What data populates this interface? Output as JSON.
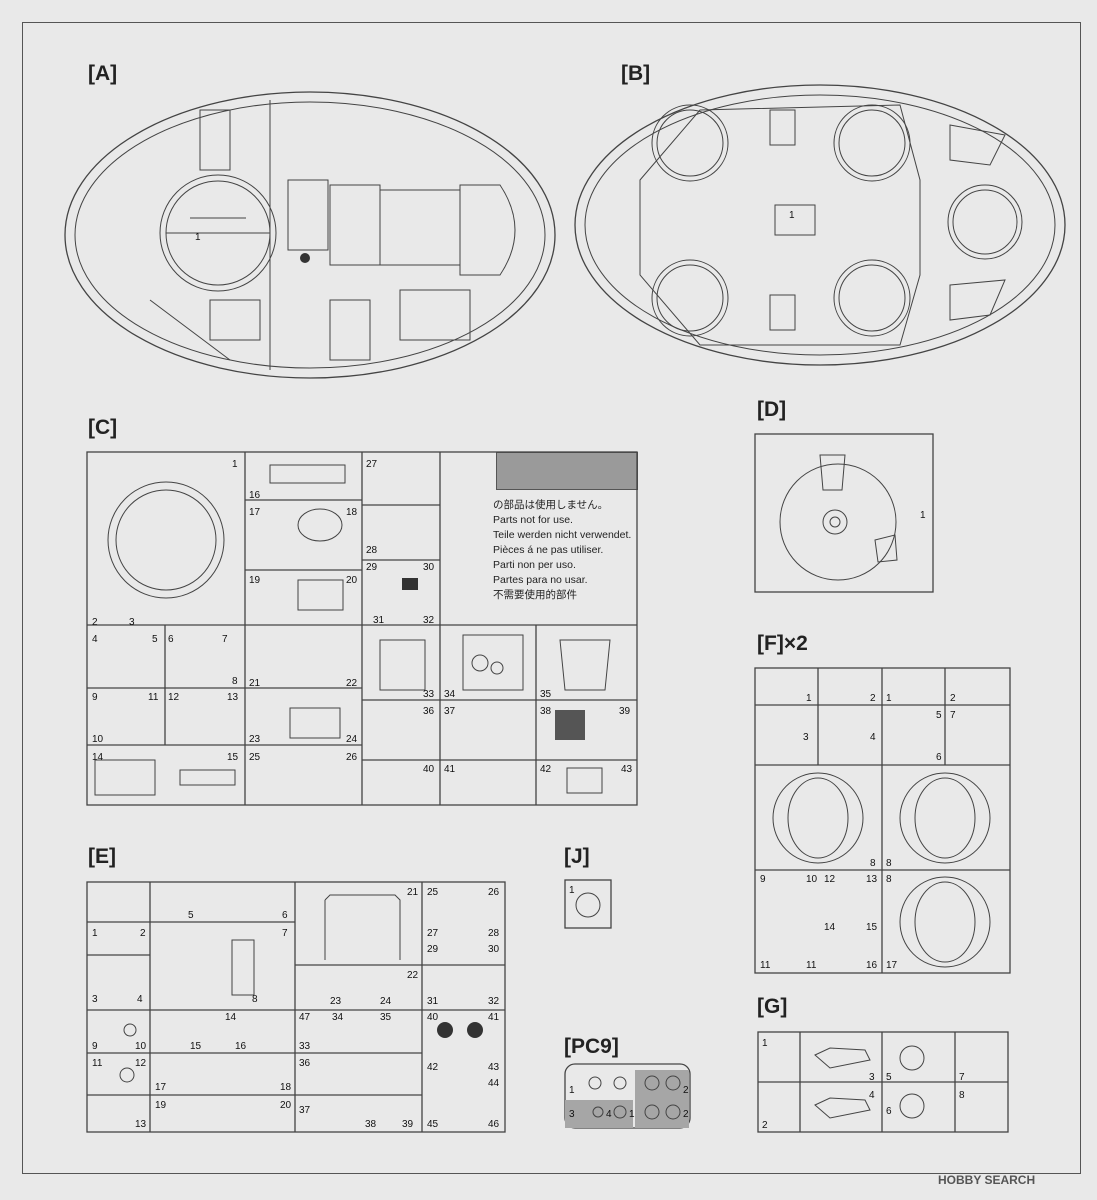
{
  "labels": {
    "a": "[A]",
    "b": "[B]",
    "c": "[C]",
    "d": "[D]",
    "e": "[E]",
    "f": "[F]×2",
    "g": "[G]",
    "j": "[J]",
    "pc9": "[PC9]"
  },
  "legend": {
    "swatch_color": "#9a9a9a",
    "lines": [
      "の部品は使用しません。",
      "Parts not for use.",
      "Teile werden nicht verwendet.",
      "Pièces á ne pas utiliser.",
      "Parti non per uso.",
      "Partes para no usar.",
      "不需要使用的部件"
    ]
  },
  "part_numbers": {
    "a": [
      "1"
    ],
    "b": [
      "1"
    ],
    "c": [
      "1",
      "2",
      "3",
      "4",
      "5",
      "6",
      "7",
      "8",
      "9",
      "10",
      "11",
      "12",
      "13",
      "14",
      "15",
      "16",
      "17",
      "18",
      "19",
      "20",
      "21",
      "22",
      "23",
      "24",
      "25",
      "26",
      "27",
      "28",
      "29",
      "30",
      "31",
      "32",
      "33",
      "34",
      "35",
      "36",
      "37",
      "38",
      "39",
      "40",
      "41",
      "42",
      "43"
    ],
    "d": [
      "1"
    ],
    "e": [
      "1",
      "2",
      "3",
      "4",
      "5",
      "6",
      "7",
      "8",
      "9",
      "10",
      "11",
      "12",
      "13",
      "14",
      "15",
      "16",
      "17",
      "18",
      "19",
      "20",
      "21",
      "22",
      "23",
      "24",
      "25",
      "26",
      "27",
      "28",
      "29",
      "30",
      "31",
      "32",
      "33",
      "34",
      "35",
      "36",
      "37",
      "38",
      "39",
      "40",
      "41",
      "42",
      "43",
      "44",
      "45",
      "46",
      "47"
    ],
    "f": [
      "1",
      "2",
      "1",
      "2",
      "3",
      "4",
      "5",
      "6",
      "7",
      "8",
      "8",
      "8",
      "9",
      "10",
      "11",
      "11",
      "12",
      "13",
      "14",
      "15",
      "16",
      "17"
    ],
    "g": [
      "1",
      "2",
      "3",
      "4",
      "5",
      "6",
      "7",
      "8"
    ],
    "j": [
      "1"
    ],
    "pc9": [
      "1",
      "2",
      "3",
      "4",
      "1",
      "2"
    ]
  },
  "watermark": "HOBBY SEARCH"
}
